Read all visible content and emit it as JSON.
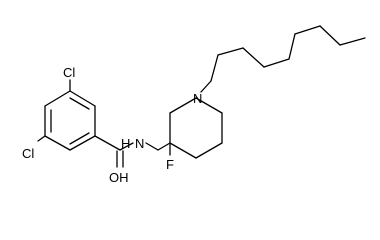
{
  "molecule": {
    "atoms": {
      "cl_top": "Cl",
      "cl_left": "Cl",
      "nh": "N",
      "nh_h": "H",
      "oh": "OH",
      "f": "F",
      "n_ring": "N"
    },
    "colors": {
      "bond": "#000000",
      "label": "#000000",
      "background": "#ffffff"
    }
  }
}
